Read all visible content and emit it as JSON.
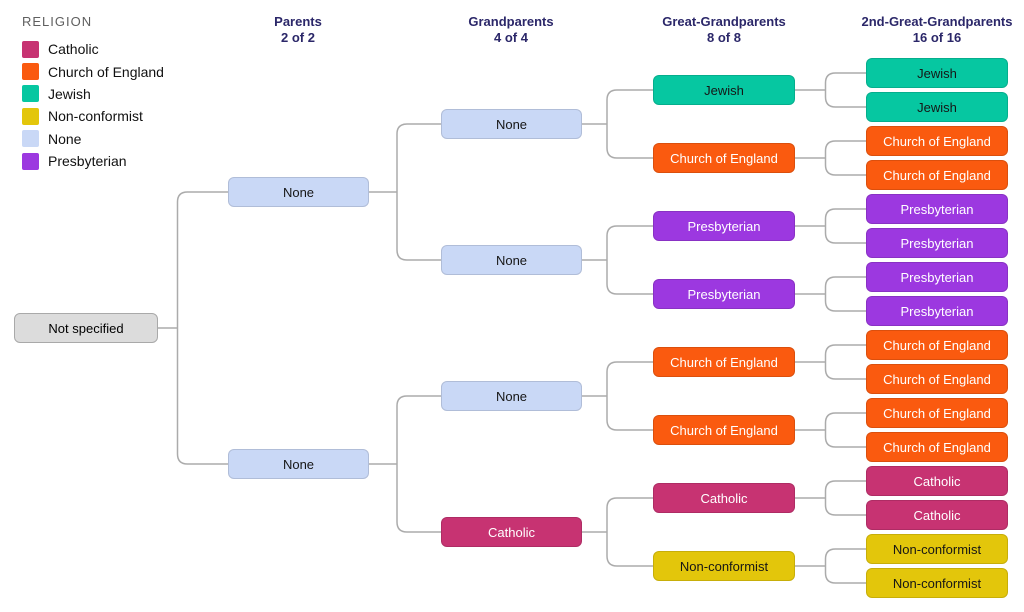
{
  "legend": {
    "title": "RELIGION",
    "items": [
      {
        "label": "Catholic",
        "color": "#C73372",
        "text_color": "#FFFFFF"
      },
      {
        "label": "Church of England",
        "color": "#FA5A0F",
        "text_color": "#FFFFFF"
      },
      {
        "label": "Jewish",
        "color": "#06C7A1",
        "text_color": "#161616"
      },
      {
        "label": "Non-conformist",
        "color": "#E3C60B",
        "text_color": "#161616"
      },
      {
        "label": "None",
        "color": "#C9D8F6",
        "text_color": "#161616"
      },
      {
        "label": "Presbyterian",
        "color": "#9C38E0",
        "text_color": "#FFFFFF"
      }
    ]
  },
  "columns": [
    {
      "title": "Parents",
      "subtitle": "2 of 2"
    },
    {
      "title": "Grandparents",
      "subtitle": "4 of 4"
    },
    {
      "title": "Great-Grandparents",
      "subtitle": "8 of 8"
    },
    {
      "title": "2nd-Great-Grandparents",
      "subtitle": "16 of 16"
    }
  ],
  "header_color": "#2B2769",
  "connector_color": "#ABABAB",
  "root": {
    "label": "Not specified",
    "fill": "#DCDCDC",
    "border": "#A9A9A9",
    "text_color": "#000000"
  },
  "generations": [
    {
      "name": "parents",
      "labels": [
        "None",
        "None"
      ]
    },
    {
      "name": "grandparents",
      "labels": [
        "None",
        "None",
        "None",
        "Catholic"
      ]
    },
    {
      "name": "great-grandparents",
      "labels": [
        "Jewish",
        "Church of England",
        "Presbyterian",
        "Presbyterian",
        "Church of England",
        "Church of England",
        "Catholic",
        "Non-conformist"
      ]
    },
    {
      "name": "second-great-grandparents",
      "labels": [
        "Jewish",
        "Jewish",
        "Church of England",
        "Church of England",
        "Presbyterian",
        "Presbyterian",
        "Presbyterian",
        "Presbyterian",
        "Church of England",
        "Church of England",
        "Church of England",
        "Church of England",
        "Catholic",
        "Catholic",
        "Non-conformist",
        "Non-conformist"
      ]
    }
  ]
}
